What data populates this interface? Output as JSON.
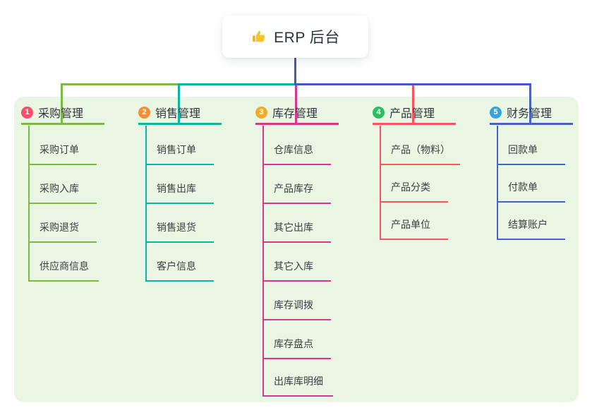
{
  "root": {
    "label": "ERP 后台",
    "icon": "thumbs-up",
    "connector_color": "#4657c4"
  },
  "panel": {
    "background": "#e8f6e3"
  },
  "branches": [
    {
      "index": "1",
      "label": "采购管理",
      "badge_color": "#f0516d",
      "line_color": "#7cbb3f",
      "items": [
        "采购订单",
        "采购入库",
        "采购退货",
        "供应商信息"
      ]
    },
    {
      "index": "2",
      "label": "销售管理",
      "badge_color": "#f78e33",
      "line_color": "#0db3a4",
      "items": [
        "销售订单",
        "销售出库",
        "销售退货",
        "客户信息"
      ]
    },
    {
      "index": "3",
      "label": "库存管理",
      "badge_color": "#f4ac25",
      "line_color": "#d9378f",
      "items": [
        "仓库信息",
        "产品库存",
        "其它出库",
        "其它入库",
        "库存调拨",
        "库存盘点",
        "出库库明细"
      ]
    },
    {
      "index": "4",
      "label": "产品管理",
      "badge_color": "#2ebd61",
      "line_color": "#f8535f",
      "items": [
        "产品（物料）",
        "产品分类",
        "产品单位"
      ]
    },
    {
      "index": "5",
      "label": "财务管理",
      "badge_color": "#36a4dc",
      "line_color": "#4763c6",
      "items": [
        "回款单",
        "付款单",
        "结算账户"
      ]
    }
  ]
}
